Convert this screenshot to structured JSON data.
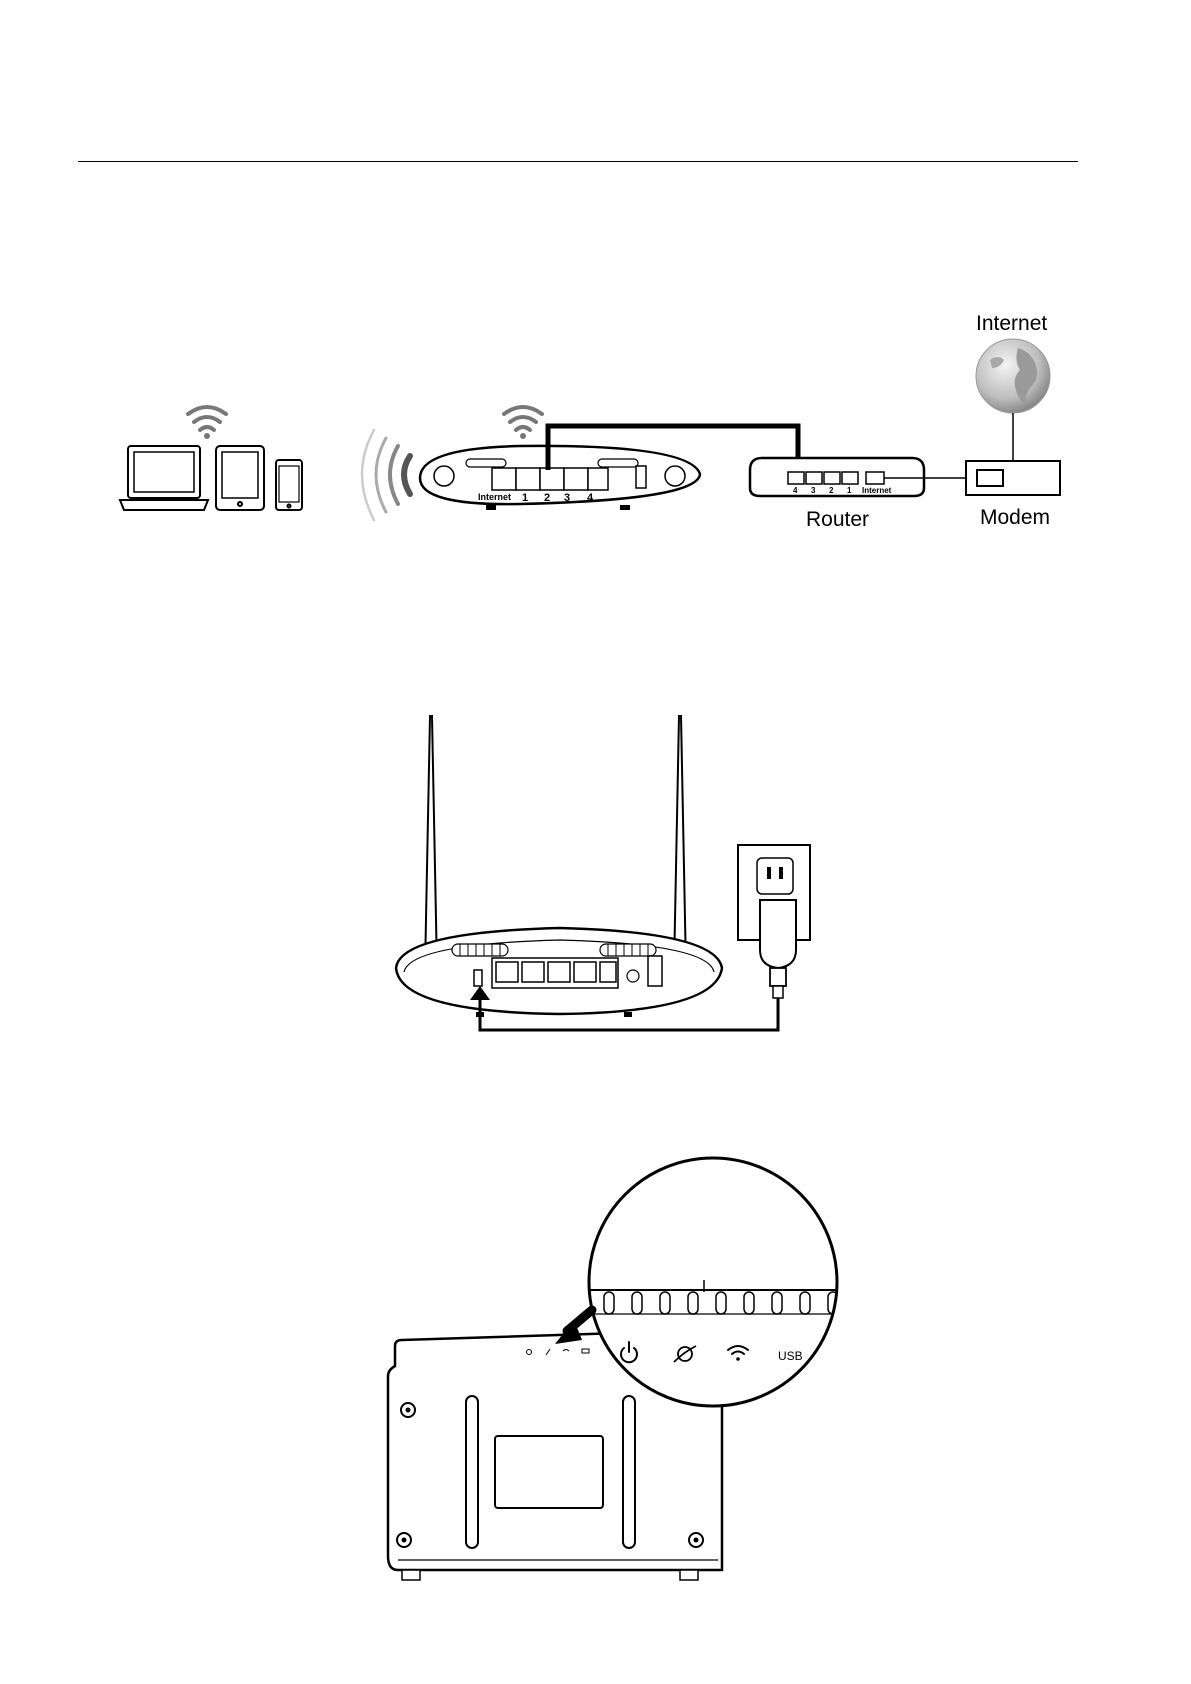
{
  "figure1": {
    "internet_label": "Internet",
    "router_label": "Router",
    "modem_label": "Modem",
    "device_internet_port": "Internet",
    "device_ports": [
      "1",
      "2",
      "3",
      "4"
    ],
    "router_ports": [
      "4",
      "3",
      "2",
      "1"
    ],
    "router_internet_port": "Internet"
  },
  "figure3": {
    "usb_label": "USB",
    "indicator_icons": [
      "power-icon",
      "internet-globe-icon",
      "wifi-icon",
      "usb-icon"
    ]
  }
}
